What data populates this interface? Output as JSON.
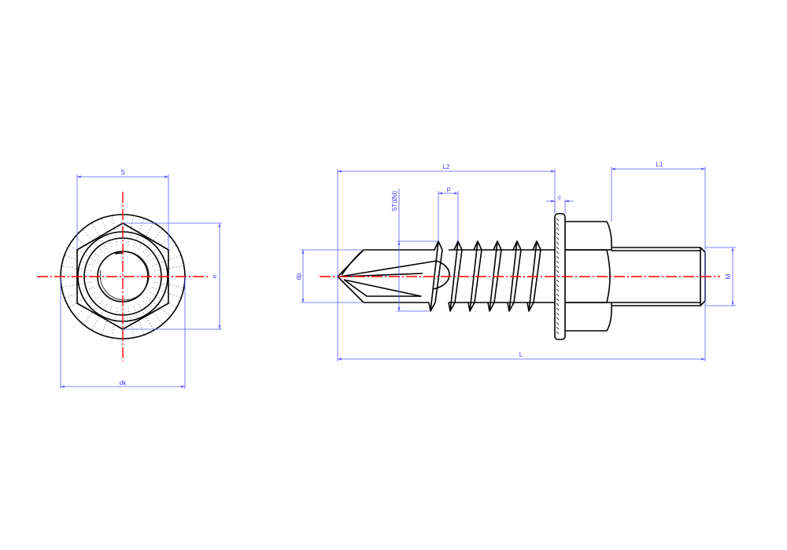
{
  "drawing": {
    "front_view": {
      "dim_s": "S",
      "dim_e": "e",
      "dim_dk": "dk"
    },
    "side_view": {
      "dim_l2": "L2",
      "dim_l1": "L1",
      "dim_l": "L",
      "dim_p": "p",
      "dim_c": "c",
      "dim_st": "ST(Ød)",
      "dim_dp": "dp",
      "dim_m": "M"
    },
    "colors": {
      "outline": "#000000",
      "dimension": "#5a5aff",
      "centerline": "#ff0000"
    }
  }
}
